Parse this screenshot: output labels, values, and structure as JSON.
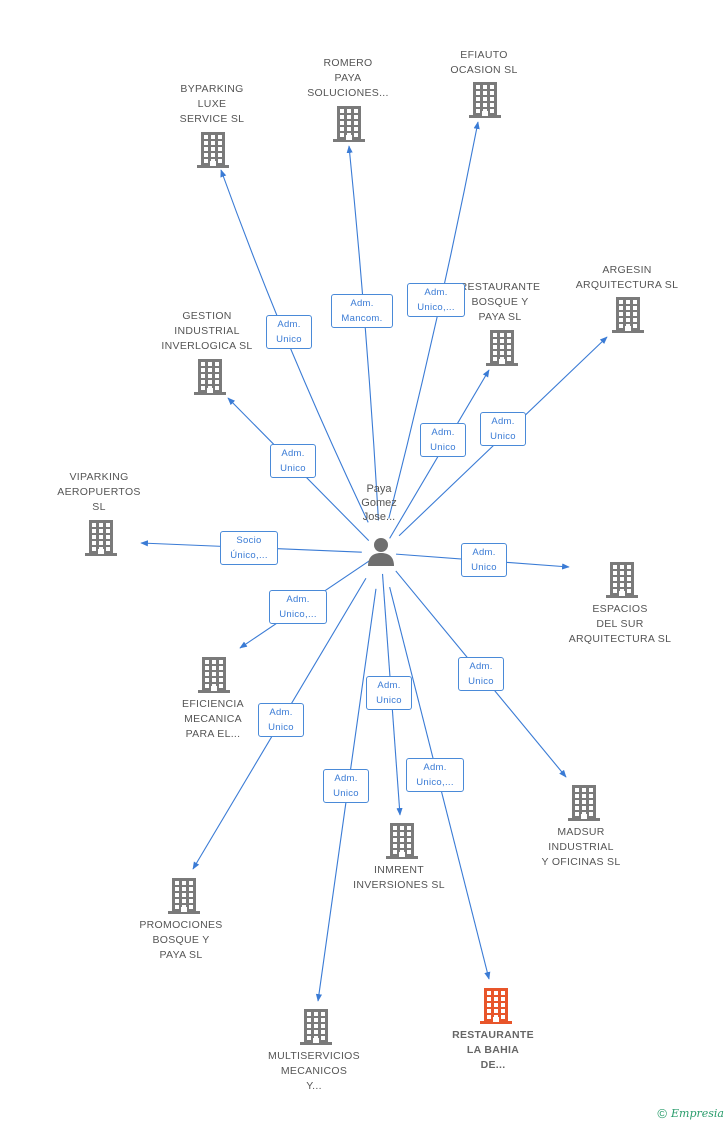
{
  "center": {
    "lines": [
      "Paya",
      "Gomez",
      "Jose..."
    ]
  },
  "colors": {
    "edge": "#3a7bd5",
    "building": "#7a7a7a",
    "highlight": "#e8552a",
    "text": "#555555"
  },
  "nodes": [
    {
      "id": "byparking",
      "lines": [
        "BYPARKING",
        "LUXE",
        "SERVICE SL"
      ],
      "highlight": false
    },
    {
      "id": "romero",
      "lines": [
        "ROMERO",
        "PAYA",
        "SOLUCIONES..."
      ],
      "highlight": false
    },
    {
      "id": "efiauto",
      "lines": [
        "EFIAUTO",
        "OCASION SL"
      ],
      "highlight": false
    },
    {
      "id": "gestion",
      "lines": [
        "GESTION",
        "INDUSTRIAL",
        "INVERLOGICA SL"
      ],
      "highlight": false
    },
    {
      "id": "restaurante-bosque",
      "lines": [
        "RESTAURANTE",
        "BOSQUE Y",
        "PAYA SL"
      ],
      "highlight": false
    },
    {
      "id": "argesin",
      "lines": [
        "ARGESIN",
        "ARQUITECTURA SL"
      ],
      "highlight": false
    },
    {
      "id": "viparking",
      "lines": [
        "VIPARKING",
        "AEROPUERTOS",
        "SL"
      ],
      "highlight": false
    },
    {
      "id": "espacios",
      "lines": [
        "ESPACIOS",
        "DEL SUR",
        "ARQUITECTURA SL"
      ],
      "highlight": false
    },
    {
      "id": "eficiencia",
      "lines": [
        "EFICIENCIA",
        "MECANICA",
        "PARA EL..."
      ],
      "highlight": false
    },
    {
      "id": "madsur",
      "lines": [
        "MADSUR",
        "INDUSTRIAL",
        "Y OFICINAS SL"
      ],
      "highlight": false
    },
    {
      "id": "inmrent",
      "lines": [
        "INMRENT",
        "INVERSIONES SL"
      ],
      "highlight": false
    },
    {
      "id": "promociones",
      "lines": [
        "PROMOCIONES",
        "BOSQUE Y",
        "PAYA SL"
      ],
      "highlight": false
    },
    {
      "id": "multiservicios",
      "lines": [
        "MULTISERVICIOS",
        "MECANICOS",
        "Y..."
      ],
      "highlight": false
    },
    {
      "id": "restaurante-bahia",
      "lines": [
        "RESTAURANTE",
        "LA BAHIA",
        "DE..."
      ],
      "highlight": true
    }
  ],
  "edges": [
    {
      "to": "byparking",
      "lines": [
        "Adm.",
        "Unico"
      ]
    },
    {
      "to": "romero",
      "lines": [
        "Adm.",
        "Mancom."
      ]
    },
    {
      "to": "efiauto",
      "lines": [
        "Adm.",
        "Unico,..."
      ]
    },
    {
      "to": "gestion",
      "lines": [
        "Adm.",
        "Unico"
      ]
    },
    {
      "to": "restaurante-bosque",
      "lines": [
        "Adm.",
        "Unico"
      ]
    },
    {
      "to": "argesin",
      "lines": [
        "Adm.",
        "Unico"
      ]
    },
    {
      "to": "viparking",
      "lines": [
        "Socio",
        "Único,..."
      ]
    },
    {
      "to": "espacios",
      "lines": [
        "Adm.",
        "Unico"
      ]
    },
    {
      "to": "eficiencia",
      "lines": [
        "Adm.",
        "Unico,..."
      ]
    },
    {
      "to": "madsur",
      "lines": [
        "Adm.",
        "Unico"
      ]
    },
    {
      "to": "inmrent",
      "lines": [
        "Adm.",
        "Unico"
      ]
    },
    {
      "to": "promociones",
      "lines": [
        "Adm.",
        "Unico"
      ]
    },
    {
      "to": "multiservicios",
      "lines": [
        "Adm.",
        "Unico"
      ]
    },
    {
      "to": "restaurante-bahia",
      "lines": [
        "Adm.",
        "Unico,..."
      ]
    }
  ],
  "footer": {
    "copyright": "©",
    "brand": "Empresia"
  }
}
